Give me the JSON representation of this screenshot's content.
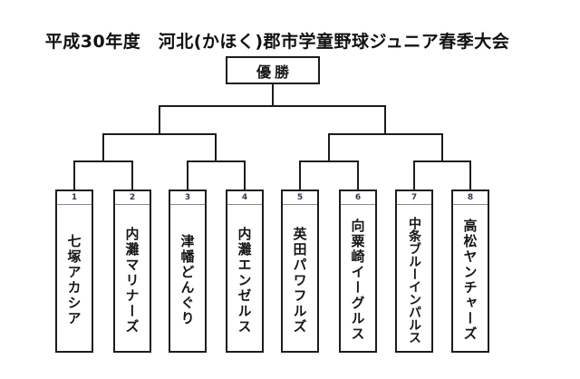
{
  "title": "平成30年度　河北(かほく)郡市学童野球ジュニア春季大会",
  "champion_label": "優勝",
  "bracket": {
    "rounds": 3,
    "team_count": 8
  },
  "teams": [
    {
      "number": "1",
      "name": "七塚アカシア"
    },
    {
      "number": "2",
      "name": "内灘マリナーズ"
    },
    {
      "number": "3",
      "name": "津幡どんぐり"
    },
    {
      "number": "4",
      "name": "内灘エンゼルス"
    },
    {
      "number": "5",
      "name": "英田パワフルズ"
    },
    {
      "number": "6",
      "name": "向粟崎イーグルス"
    },
    {
      "number": "7",
      "name": "中条ブルーインパルス"
    },
    {
      "number": "8",
      "name": "高松ヤンチャーズ"
    }
  ],
  "colors": {
    "background": "#ffffff",
    "line": "#1c1c1c",
    "title_text": "#111111",
    "team_text": "#151515",
    "number_text": "#2b3a55",
    "number_separator": "#8a8a8a"
  }
}
